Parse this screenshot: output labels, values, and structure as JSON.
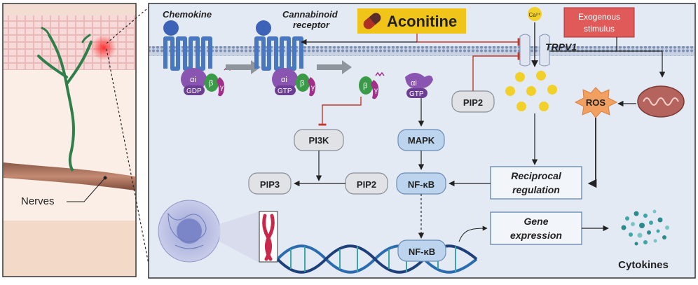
{
  "left_panel": {
    "nerves_label": "Nerves"
  },
  "receptors": {
    "chemokine": "Chemokine",
    "cannabinoid": "Cannabinoid",
    "receptor_word": "receptor"
  },
  "g_protein": {
    "alpha_i": "αi",
    "beta": "β",
    "gamma": "γ",
    "gdp": "GDP",
    "gtp": "GTP"
  },
  "drug": {
    "name": "Aconitine"
  },
  "channel": {
    "name": "TRPV1",
    "ca_label": "Ca²⁺"
  },
  "stimulus": {
    "line1": "Exogenous",
    "line2": "stimulus"
  },
  "nodes": {
    "pip2_top": "PIP2",
    "ros": "ROS",
    "pi3k": "PI3K",
    "mapk": "MAPK",
    "pip3": "PIP3",
    "pip2_bottom": "PIP2",
    "nfkb_1": "NF-κB",
    "nfkb_2": "NF-κB"
  },
  "reciprocal": {
    "line1": "Reciprocal",
    "line2": "regulation"
  },
  "gene": {
    "line1": "Gene",
    "line2": "expression"
  },
  "cytokines": "Cytokines",
  "colors": {
    "receptor": "#4a78c0",
    "alpha": "#8a55b0",
    "beta": "#3a9a48",
    "gamma": "#a2308a",
    "aconitine_box": "#f0c419",
    "stimulus_box": "#e05a5a",
    "ca_dot": "#f2d02a",
    "ros": "#f2a062",
    "mito": "#b5635d",
    "node_blue": "#bcd4ee",
    "node_gray": "#e0e2e6"
  }
}
